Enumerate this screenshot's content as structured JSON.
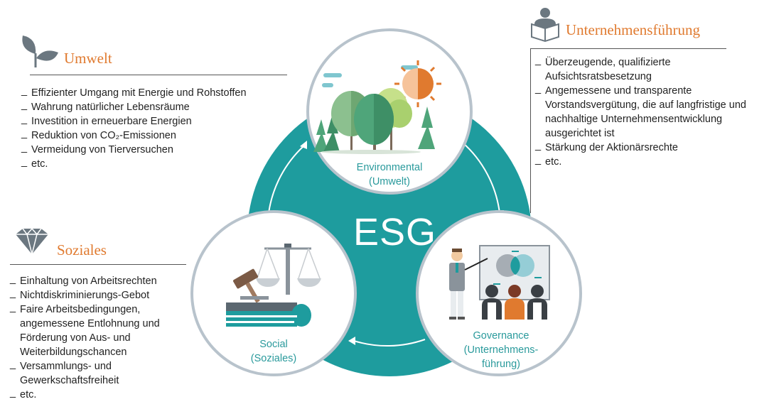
{
  "umwelt": {
    "heading": "Umwelt",
    "items": [
      "Effizienter Umgang mit Energie und Rohstoffen",
      "Wahrung natürlicher Lebensräume",
      "Investition in erneuerbare Energien",
      "Reduktion von CO₂-Emissionen",
      "Vermeidung von Tierversuchen",
      "etc."
    ]
  },
  "soziales": {
    "heading": "Soziales",
    "items": [
      "Einhaltung von Arbeitsrechten",
      "Nichtdiskriminierungs-Gebot",
      "Faire Arbeitsbedingungen, angemessene Entlohnung und Förderung von Aus- und Weiterbildungschancen",
      "Versammlungs- und Gewerkschaftsfreiheit",
      "etc."
    ]
  },
  "unternehmensfuehrung": {
    "heading": "Unternehmensführung",
    "items": [
      "Überzeugende, qualifizierte Aufsichtsratsbesetzung",
      "Angemessene und transparente Vorstandsvergütung, die auf langfristige und nachhaltige Unternehmensentwicklung ausgerichtet ist",
      "Stärkung der Aktionärsrechte",
      "etc."
    ]
  },
  "center": {
    "label": "ESG"
  },
  "circles": {
    "environmental": {
      "line1": "Environmental",
      "line2": "(Umwelt)"
    },
    "social": {
      "line1": "Social",
      "line2": "(Soziales)"
    },
    "governance": {
      "line1": "Governance",
      "line2": "(Unternehmens-",
      "line3": "führung)"
    }
  },
  "colors": {
    "teal": "#1e9c9e",
    "orange": "#e07a2f",
    "grey": "#5b6770",
    "ring": "#b8c3cc"
  }
}
